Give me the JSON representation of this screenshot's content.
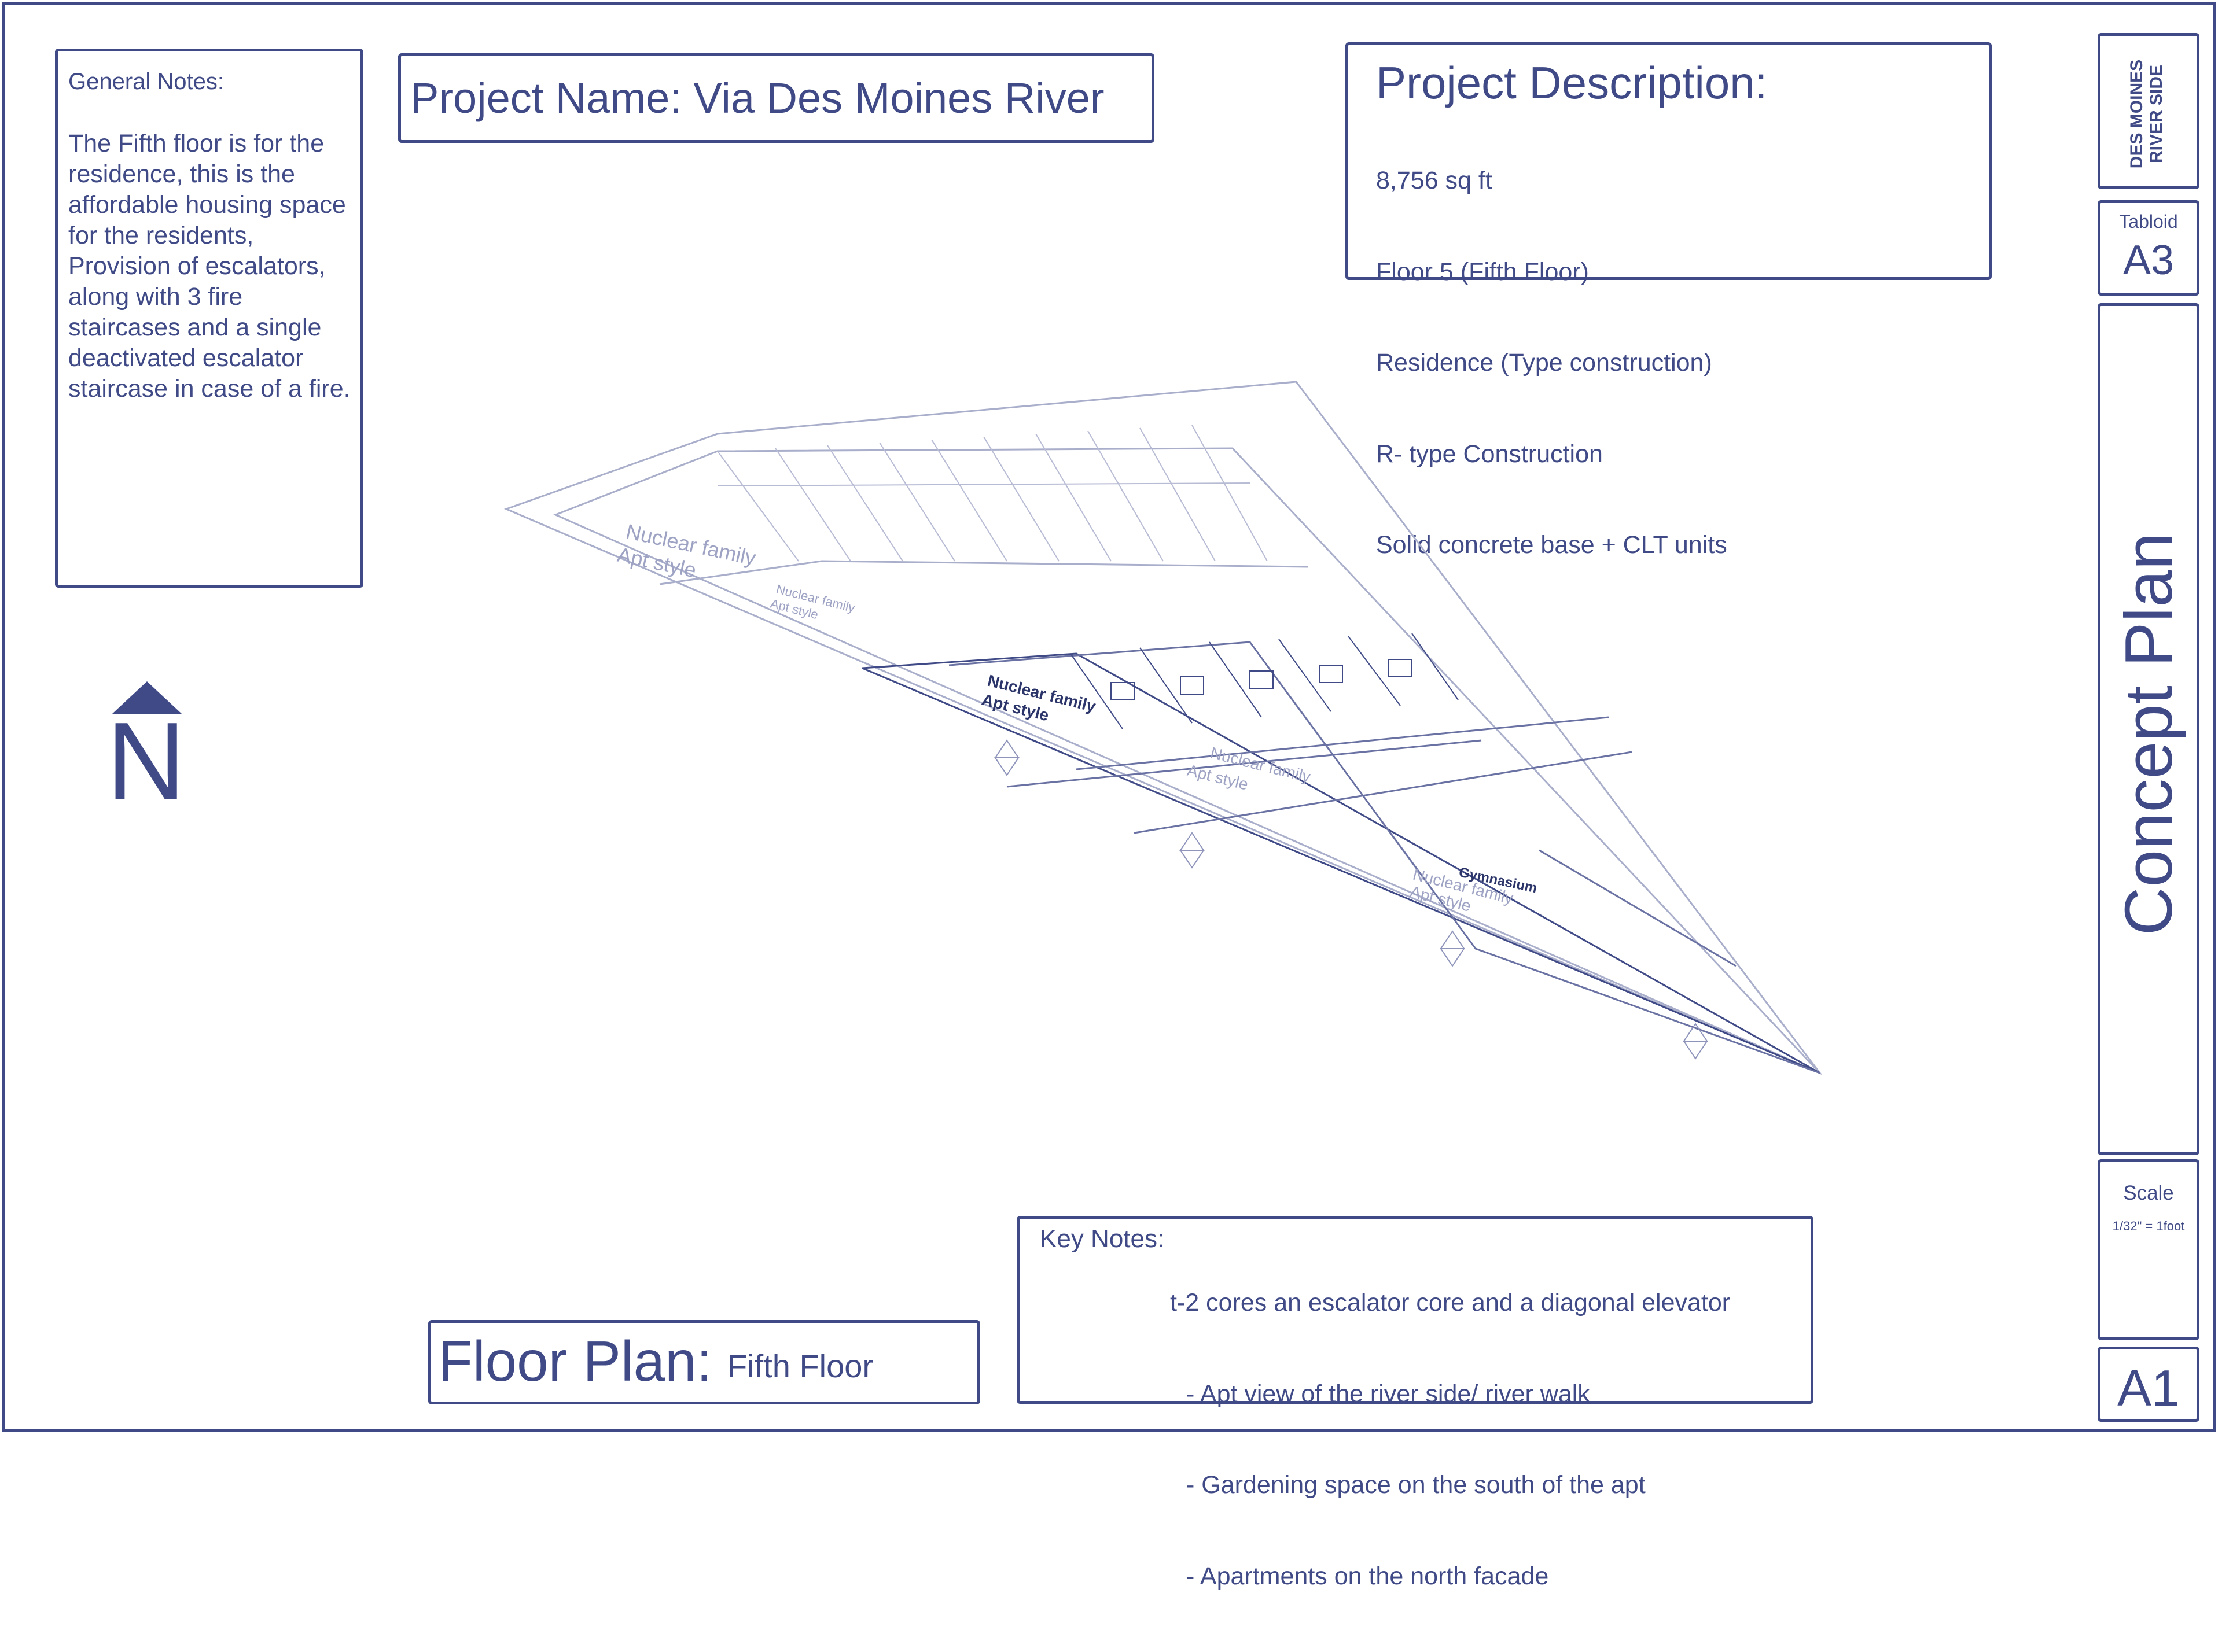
{
  "general_notes": {
    "heading": "General Notes:",
    "body": "The Fifth floor is for the residence, this is the affordable housing space for the residents, Provision of escalators, along with 3 fire staircases and a single deactivated escalator staircase in case of a fire."
  },
  "project_name": "Project Name: Via Des Moines River",
  "project_description": {
    "title": "Project Description:",
    "lines": [
      "8,756 sq ft",
      "Floor 5 (Fifth Floor)",
      "Residence (Type construction)",
      "R- type Construction",
      "Solid concrete base + CLT units"
    ]
  },
  "north_label": "N",
  "floor_plan": {
    "label": "Floor Plan:",
    "value": "Fifth Floor"
  },
  "key_notes": {
    "label": "Key Notes:",
    "lines": [
      "t-2 cores an escalator core and a diagonal elevator",
      "- Apt view of the river side/ river walk",
      "- Gardening space on the south of the apt",
      "- Apartments on the north facade"
    ]
  },
  "title_block": {
    "location": "DES MOINES\nRIVER SIDE",
    "paper_label": "Tabloid",
    "paper_size": "A3",
    "sheet_title": "Concept Plan",
    "scale_label": "Scale",
    "scale_value": "1/32\" = 1foot",
    "sheet_number": "A1"
  },
  "plan_labels": {
    "zone_1_line1": "Nuclear family",
    "zone_1_line2": "Apt style",
    "zone_2_line1": "Nuclear family",
    "zone_2_line2": "Apt style",
    "zone_3_line1": "Nuclear family",
    "zone_3_line2": "Apt style",
    "zone_4_line1": "Nuclear family",
    "zone_4_line2": "Apt style",
    "zone_5_line1": "Nuclear family",
    "zone_5_line2": "Apt style",
    "gym": "Gymnasium"
  },
  "colors": {
    "ink": "#3f4a86",
    "faded_ink": "#a9aecb"
  }
}
